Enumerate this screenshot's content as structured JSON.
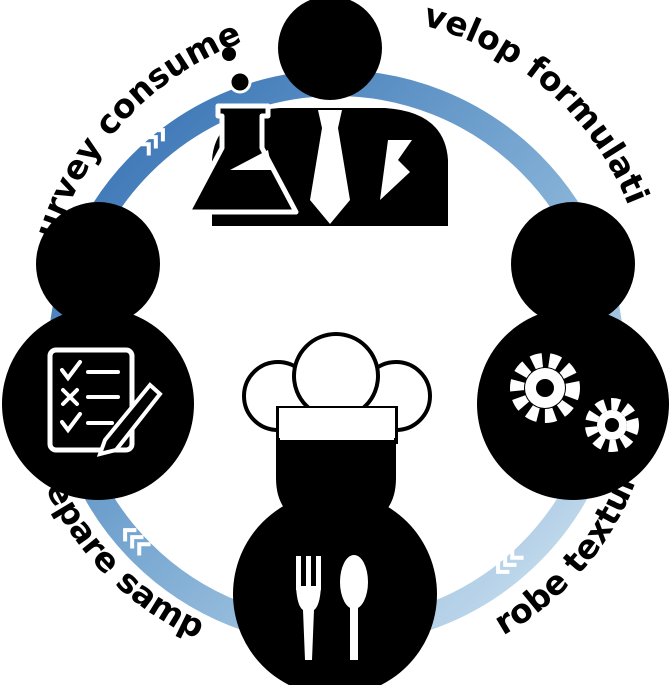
{
  "labels": {
    "survey": "survey consumers",
    "develop": "develop formulation",
    "probe": "probe texture",
    "prepare": "prepare sample"
  },
  "figures": [
    {
      "role": "scientist",
      "icon": "flask-icon"
    },
    {
      "role": "engineer",
      "icon": "gears-icon"
    },
    {
      "role": "chef",
      "icon": "utensils-icon"
    },
    {
      "role": "surveyor",
      "icon": "checklist-icon"
    }
  ],
  "colors": {
    "ring_dark": "#2e6bb0",
    "ring_light": "#d4e6f3",
    "chevron": "#ffffff",
    "figure": "#000000",
    "icon_fill": "#ffffff"
  }
}
